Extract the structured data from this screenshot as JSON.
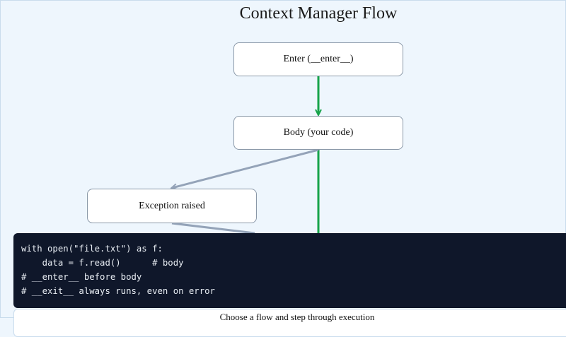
{
  "title": "Context Manager Flow",
  "nodes": {
    "enter": "Enter (__enter__)",
    "body": "Body (your code)",
    "exception": "Exception raised"
  },
  "colors": {
    "success_path": "#17a34a",
    "error_path": "#94a3b8",
    "code_background": "#0f172a"
  },
  "code": {
    "lines": [
      "with open(\"file.txt\") as f:",
      "    data = f.read()      # body",
      "# __enter__ before body",
      "# __exit__ always runs, even on error"
    ]
  },
  "controls": {
    "caption": "Choose a flow and step through execution"
  }
}
